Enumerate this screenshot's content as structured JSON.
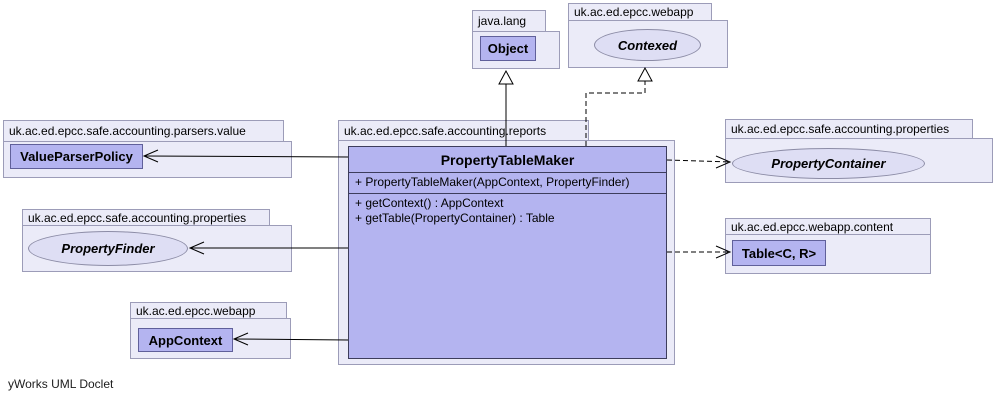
{
  "footer": "yWorks UML Doclet",
  "colors": {
    "package_fill": "#ebebf8",
    "package_border": "#9c9cb8",
    "class_fill": "#b4b4f0",
    "class_border": "#60609a",
    "main_border": "#3d3d5c",
    "interface_fill": "#dedef4",
    "interface_border": "#8c8ca6",
    "edge": "#000000"
  },
  "packages": {
    "java_lang": "java.lang",
    "webapp_top": "uk.ac.ed.epcc.webapp",
    "parsers_value": "uk.ac.ed.epcc.safe.accounting.parsers.value",
    "properties_left": "uk.ac.ed.epcc.safe.accounting.properties",
    "webapp_bottom": "uk.ac.ed.epcc.webapp",
    "reports": "uk.ac.ed.epcc.safe.accounting.reports",
    "properties_right": "uk.ac.ed.epcc.safe.accounting.properties",
    "webapp_content": "uk.ac.ed.epcc.webapp.content"
  },
  "nodes": {
    "object": "Object",
    "contexed": "Contexed",
    "value_parser_policy": "ValueParserPolicy",
    "property_finder": "PropertyFinder",
    "app_context": "AppContext",
    "property_container": "PropertyContainer",
    "table": "Table<C, R>",
    "main": {
      "name": "PropertyTableMaker",
      "constructors": [
        "+ PropertyTableMaker(AppContext, PropertyFinder)"
      ],
      "methods": [
        "+ getContext() : AppContext",
        "+ getTable(PropertyContainer) : Table"
      ]
    }
  }
}
